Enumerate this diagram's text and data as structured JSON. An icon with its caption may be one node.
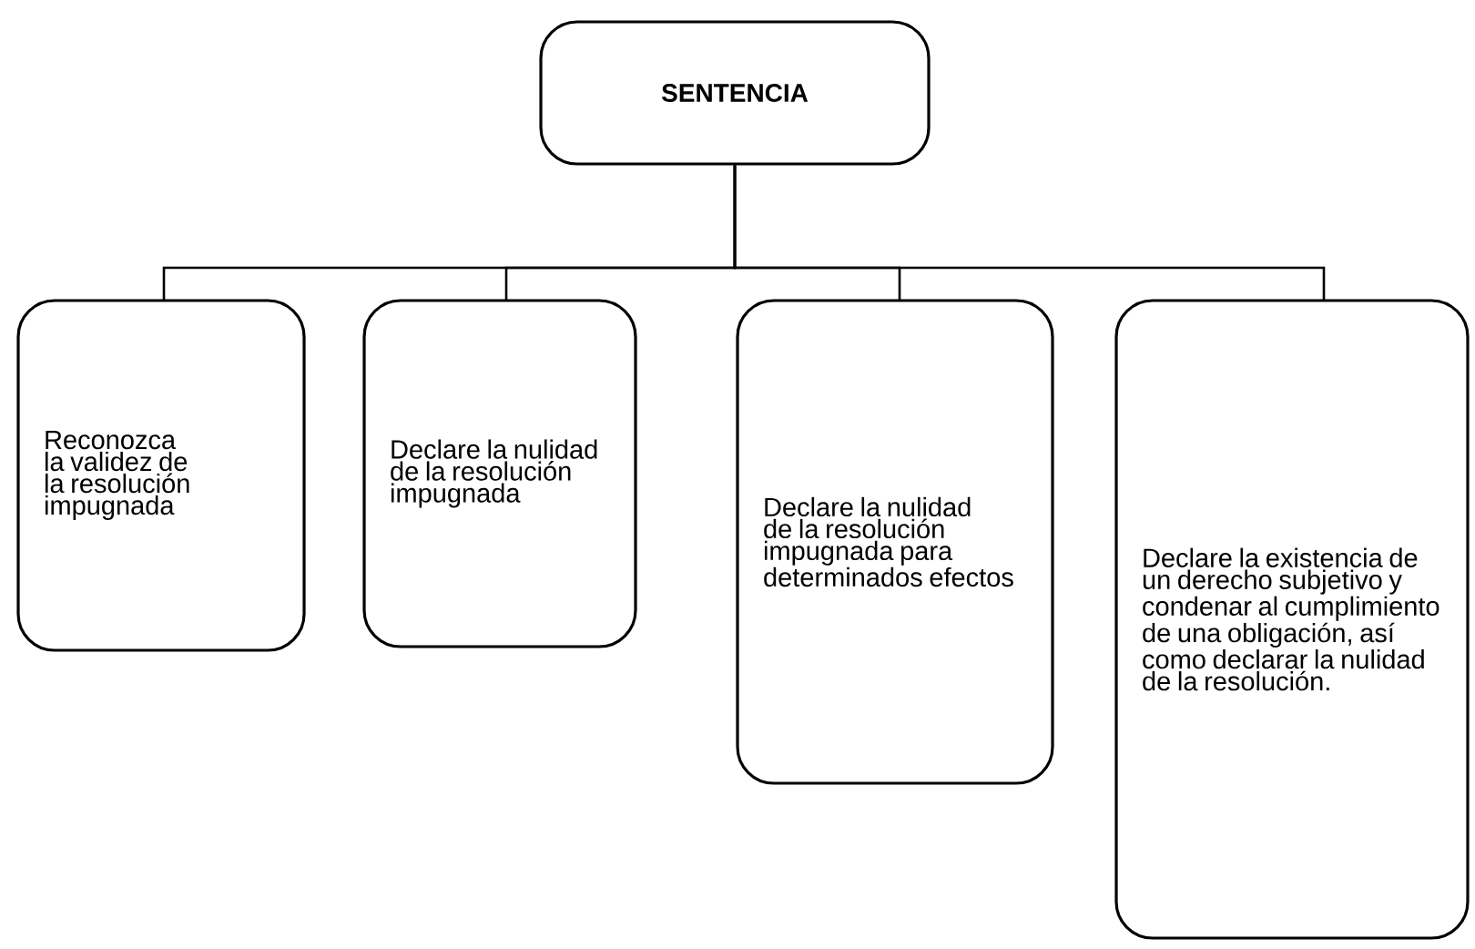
{
  "diagram": {
    "nodes": [
      {
        "text": [
          "SENTENCIA"
        ]
      },
      {
        "text": [
          "Reconozca la validez de la resolución impugnada"
        ]
      },
      {
        "text": [
          "Declare la nulidad de la resolución impugnada"
        ]
      },
      {
        "text": [
          "Declare la nulidad de la resolución impugnada para determinados efectos"
        ]
      },
      {
        "text": [
          "Declare la existencia de un derecho subjetivo y condenar al cumplimiento de una obligación, así como declarar la nulidad de la resolución."
        ]
      }
    ],
    "edges": [
      {
        "from": 0,
        "to": 1,
        "arrow": "none"
      },
      {
        "from": 0,
        "to": 2,
        "arrow": "none"
      },
      {
        "from": 0,
        "to": 3,
        "arrow": "none"
      },
      {
        "from": 0,
        "to": 4,
        "arrow": "none"
      }
    ]
  }
}
